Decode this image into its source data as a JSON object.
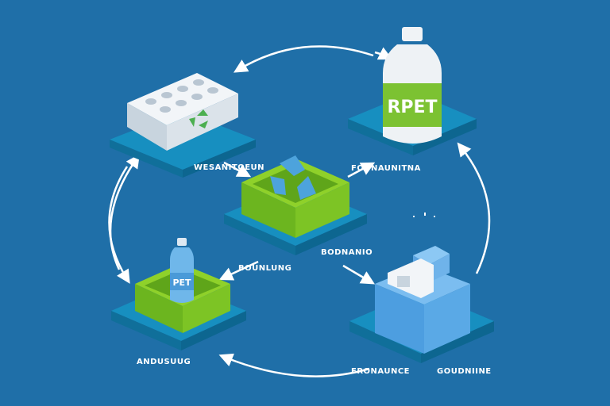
{
  "labels": {
    "top_left": "WESANITOEUN",
    "top_right": "FOUNAUNITNA",
    "center_left": "BOUNLUNG",
    "center_right": "BODNANIO",
    "bottom_left": "ANDUSUUG",
    "bottom_mid": "FRONAUNCE",
    "bottom_right": "GOUDNIINE"
  },
  "bottle_label_large": "RPET",
  "bottle_label_small": "PET",
  "colors": {
    "background": "#1f6fa8",
    "platform": "#1597c6",
    "green": "#8fd12a",
    "green_dark": "#5fa51a",
    "recycle": "#4da3dc",
    "box_blue": "#5aa9e6"
  },
  "icons": [
    "recycle-icon",
    "bottle-icon",
    "crate-icon",
    "cycle-arrow-icon"
  ]
}
